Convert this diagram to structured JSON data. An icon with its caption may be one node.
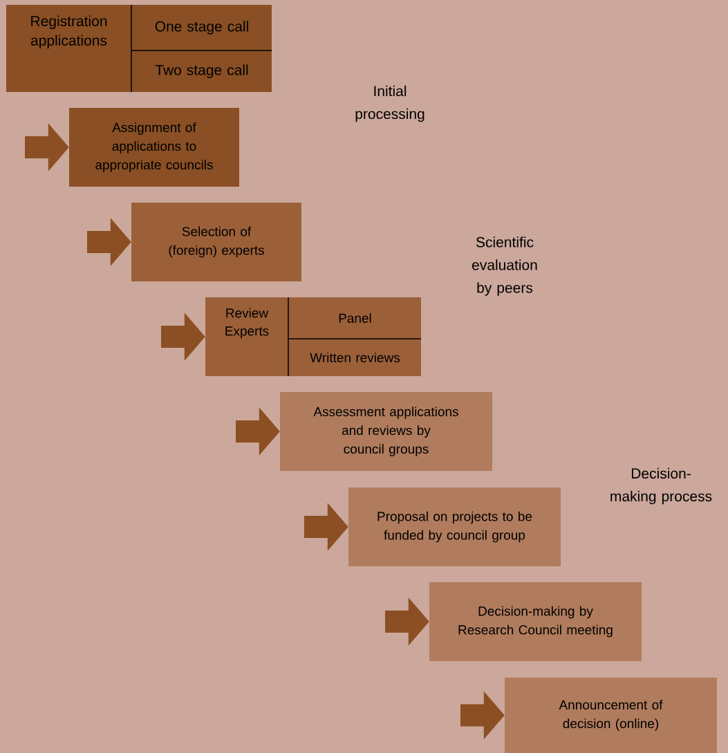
{
  "diagram": {
    "nodes": [
      {
        "text": [
          "Registration applications"
        ]
      },
      {
        "text": [
          "One stage call"
        ],
        "in": 0
      },
      {
        "text": [
          "Two stage call"
        ],
        "in": 0
      },
      {
        "text": [
          "Assignment of applications to appropriate councils"
        ]
      },
      {
        "text": [
          "Selection of (foreign) experts"
        ]
      },
      {
        "text": [
          "Review Experts"
        ]
      },
      {
        "text": [
          "Panel"
        ],
        "in": 5
      },
      {
        "text": [
          "Written reviews"
        ],
        "in": 5
      },
      {
        "text": [
          "Assessment applications and reviews by council groups"
        ]
      },
      {
        "text": [
          "Proposal on projects to be funded by council group"
        ]
      },
      {
        "text": [
          "Decision-making by Research Council meeting"
        ]
      },
      {
        "text": [
          "Announcement of decision (online)"
        ]
      }
    ],
    "edges": [
      {
        "from": null,
        "to": 3,
        "arrow": "to"
      },
      {
        "from": null,
        "to": 4,
        "arrow": "to"
      },
      {
        "from": null,
        "to": 5,
        "arrow": "to"
      },
      {
        "from": null,
        "to": 8,
        "arrow": "to"
      },
      {
        "from": null,
        "to": 9,
        "arrow": "to"
      },
      {
        "from": null,
        "to": 10,
        "arrow": "to"
      },
      {
        "from": null,
        "to": 11,
        "arrow": "to"
      }
    ],
    "labels": [
      "Initial processing",
      "Scientific evaluation by peers",
      "Decision-making process"
    ]
  }
}
